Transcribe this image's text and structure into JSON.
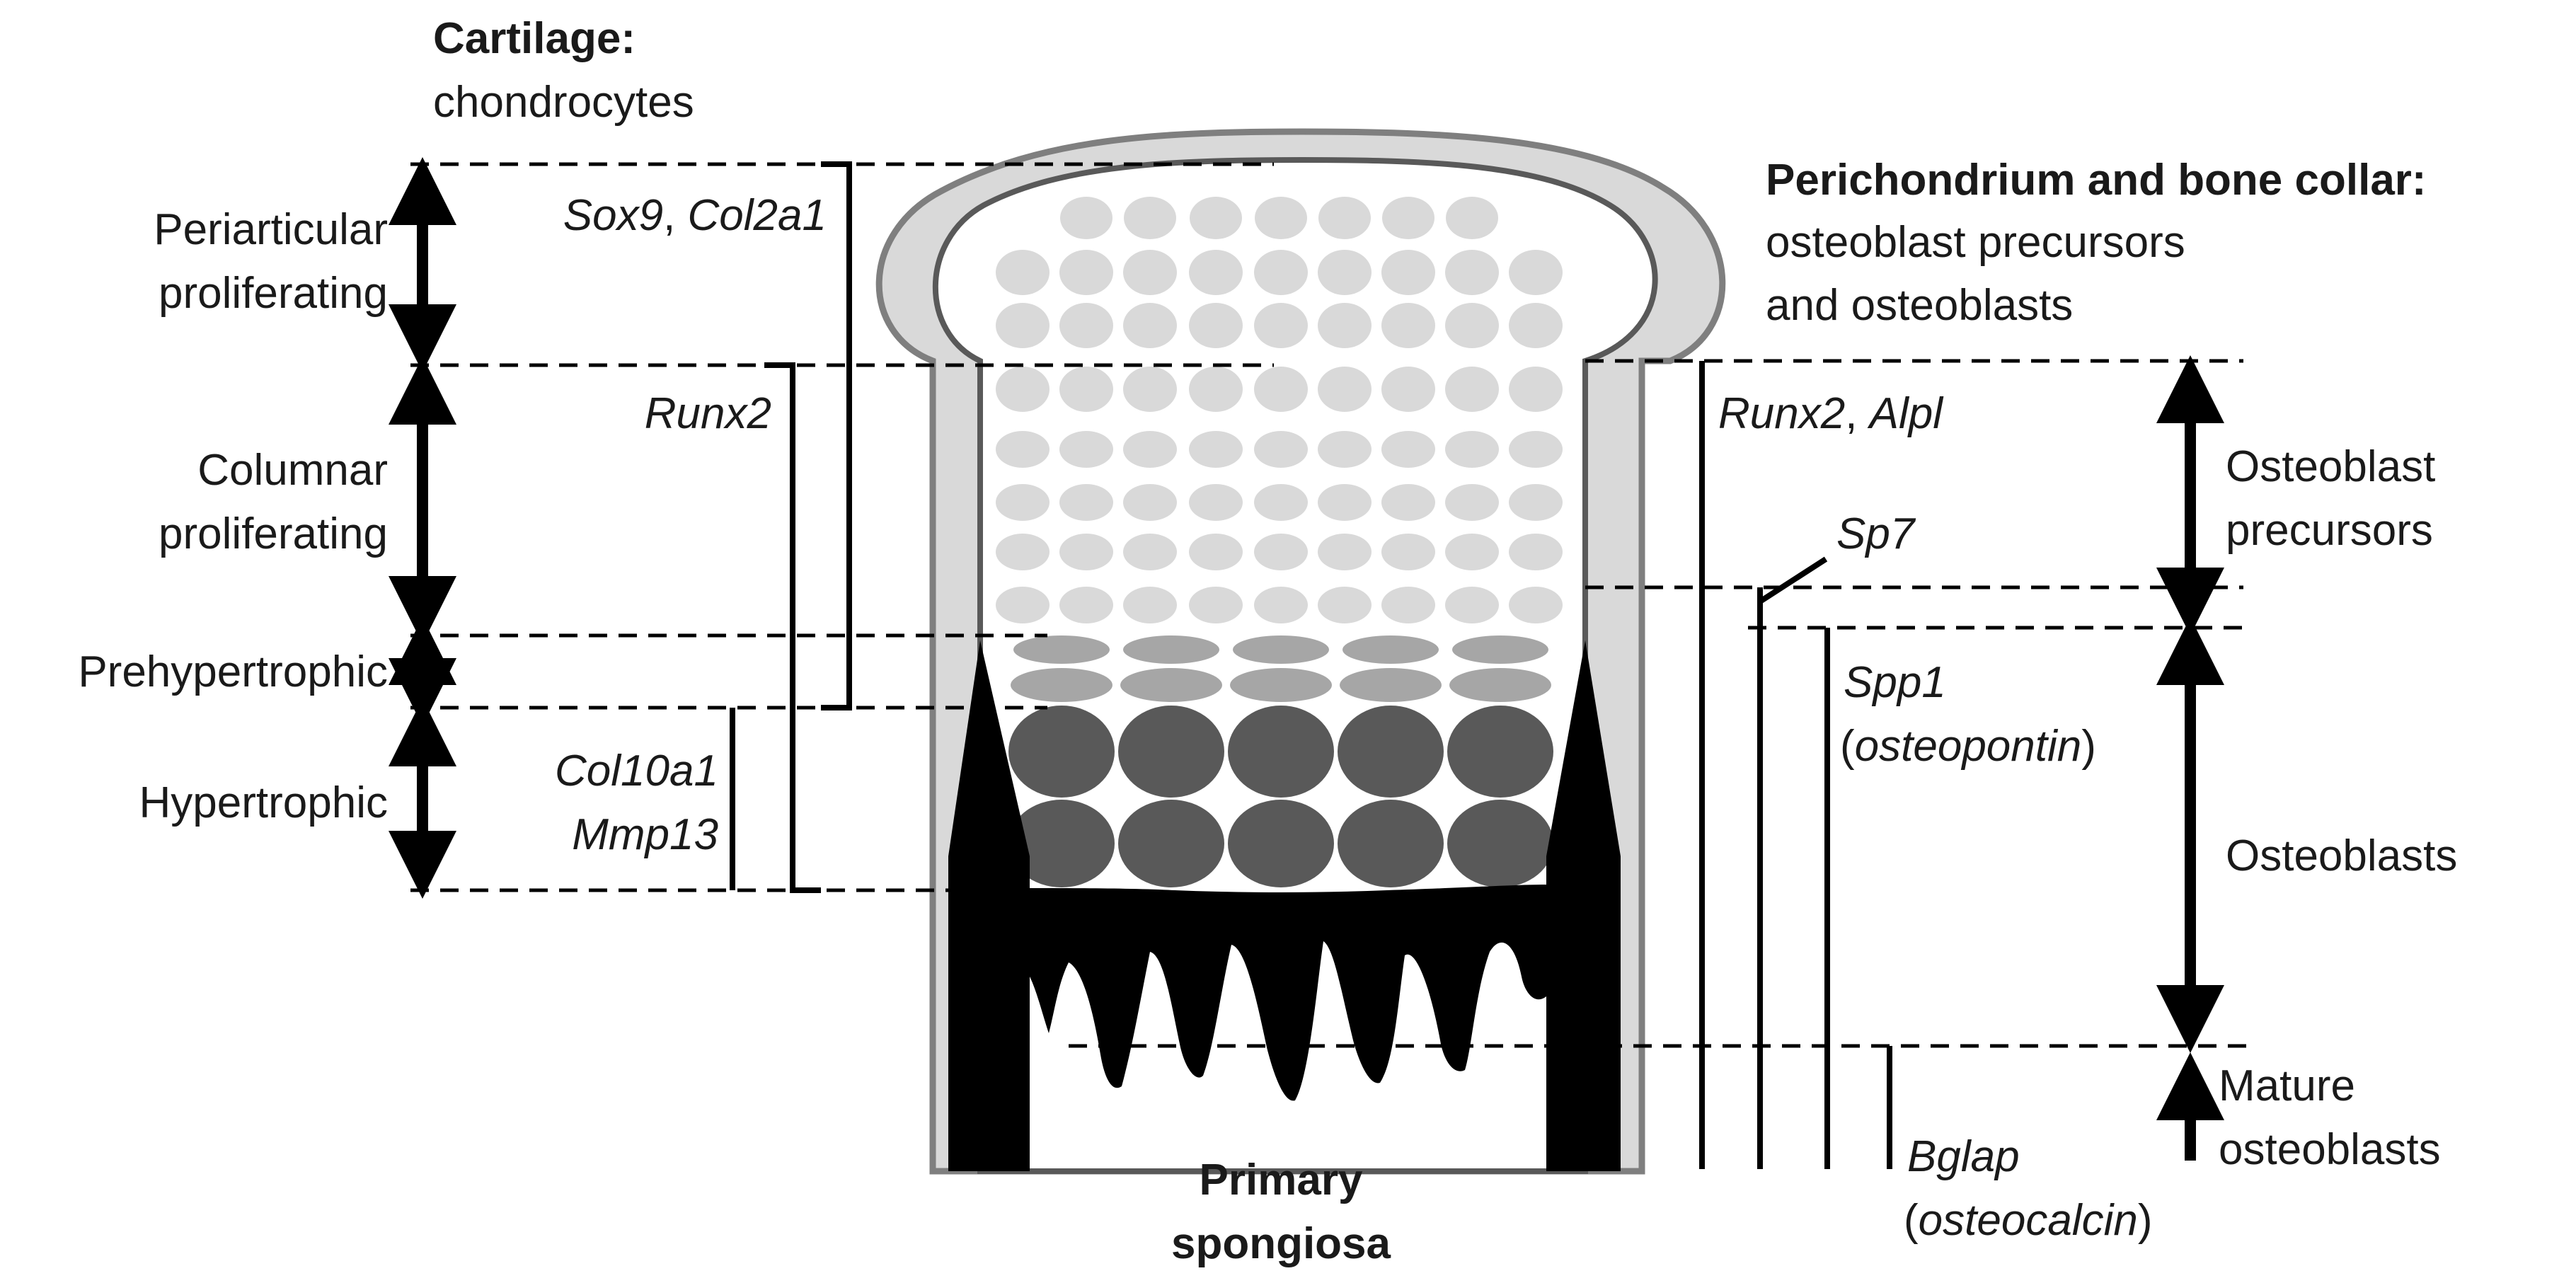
{
  "left": {
    "heading": "Cartilage:",
    "subheading": "chondrocytes",
    "zones": [
      {
        "line1": "Periarticular",
        "line2": "proliferating"
      },
      {
        "line1": "Columnar",
        "line2": "proliferating"
      },
      {
        "line1": "Prehypertrophic",
        "line2": ""
      },
      {
        "line1": "Hypertrophic",
        "line2": ""
      }
    ],
    "genes": {
      "sox9": "Sox9",
      "comma": ", ",
      "col2a1": "Col2a1",
      "runx2": "Runx2",
      "col10a1": "Col10a1",
      "mmp13": "Mmp13"
    }
  },
  "right": {
    "heading": "Perichondrium and bone collar:",
    "subheading_line1": "osteoblast precursors",
    "subheading_line2": "and osteoblasts",
    "zones": [
      {
        "line1": "Osteoblast",
        "line2": "precursors"
      },
      {
        "line1": "Osteoblasts",
        "line2": ""
      },
      {
        "line1": "Mature",
        "line2": "osteoblasts"
      }
    ],
    "genes": {
      "runx2": "Runx2",
      "comma": ", ",
      "alpl": "Alpl",
      "sp7": "Sp7",
      "spp1": "Spp1",
      "osteopontin": "osteopontin",
      "bglap": "Bglap",
      "osteocalcin": "osteocalcin",
      "paren_open": "(",
      "paren_close": ")"
    }
  },
  "bottom": {
    "line1": "Primary",
    "line2": "spongiosa"
  },
  "colors": {
    "outline": "#7f7f7f",
    "collar_fill": "#d9d9d9",
    "resting_cell": "#d9d9d9",
    "prehypertrophic_cell": "#a6a6a6",
    "hypertrophic_cell": "#595959",
    "bone": "#000000"
  }
}
